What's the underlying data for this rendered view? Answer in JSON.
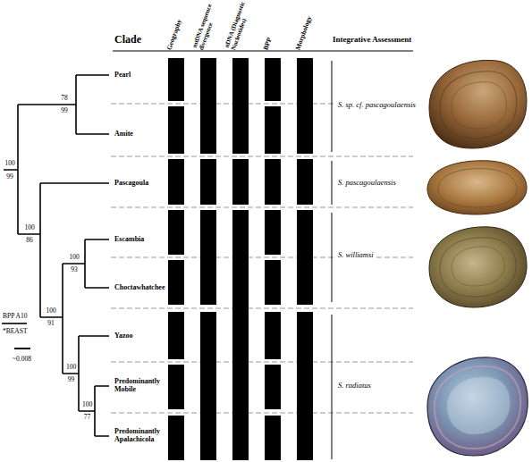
{
  "diagram": {
    "labels": [
      "Clade",
      "Geography",
      "mtDNA sequence divergence",
      "nDNA (Diagnostic Nucleotides)",
      "BPP",
      "Morphology",
      "Integrative Assessment",
      "Pearl",
      "Amite",
      "Pascagoula",
      "Escambia",
      "Choctawhatchee",
      "Yazoo",
      "Predominantly Mobile",
      "Predominantly Apalachicola",
      "78",
      "99",
      "100",
      "99",
      "100",
      "86",
      "100",
      "91",
      "100",
      "93",
      "100",
      "99",
      "100",
      "77",
      "S. sp. cf. pascagoulaensis",
      "S. pascagoulaensis",
      "S. williamsi",
      "S. radiatus",
      "BPP A10",
      "*BEAST",
      "~0.008"
    ]
  }
}
